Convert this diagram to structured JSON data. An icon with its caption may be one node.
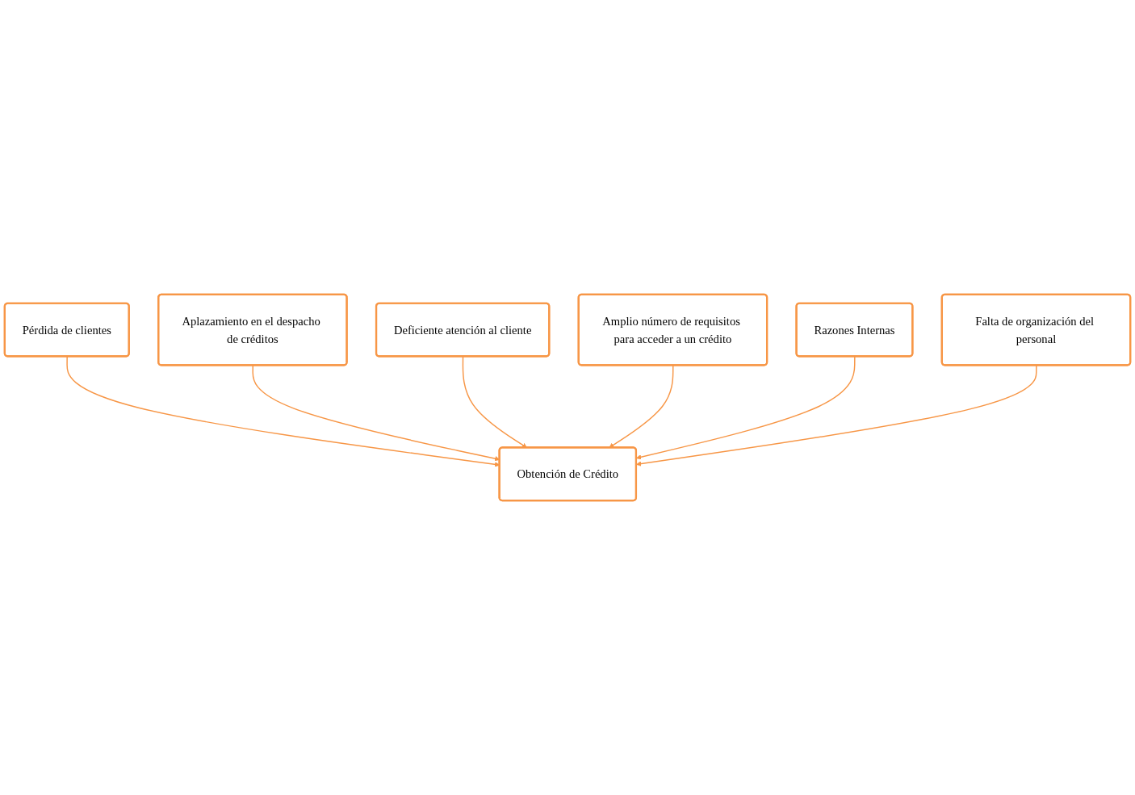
{
  "diagram": {
    "nodes": [
      {
        "text": [
          "Pérdida de clientes"
        ]
      },
      {
        "text": [
          "Aplazamiento en el despacho de créditos"
        ]
      },
      {
        "text": [
          "Deficiente atención al cliente"
        ]
      },
      {
        "text": [
          "Obtención de Crédito"
        ]
      },
      {
        "text": [
          "Amplio número de requisitos para acceder a un crédito"
        ]
      },
      {
        "text": [
          "Razones Internas"
        ]
      },
      {
        "text": [
          "Falta de organización del personal"
        ]
      }
    ],
    "edges": [
      {
        "from": 0,
        "to": 3,
        "arrow": "to"
      },
      {
        "from": 1,
        "to": 3,
        "arrow": "to"
      },
      {
        "from": 2,
        "to": 3,
        "arrow": "to"
      },
      {
        "from": 4,
        "to": 3,
        "arrow": "to"
      },
      {
        "from": 5,
        "to": 3,
        "arrow": "to"
      },
      {
        "from": 6,
        "to": 3,
        "arrow": "to"
      }
    ]
  }
}
